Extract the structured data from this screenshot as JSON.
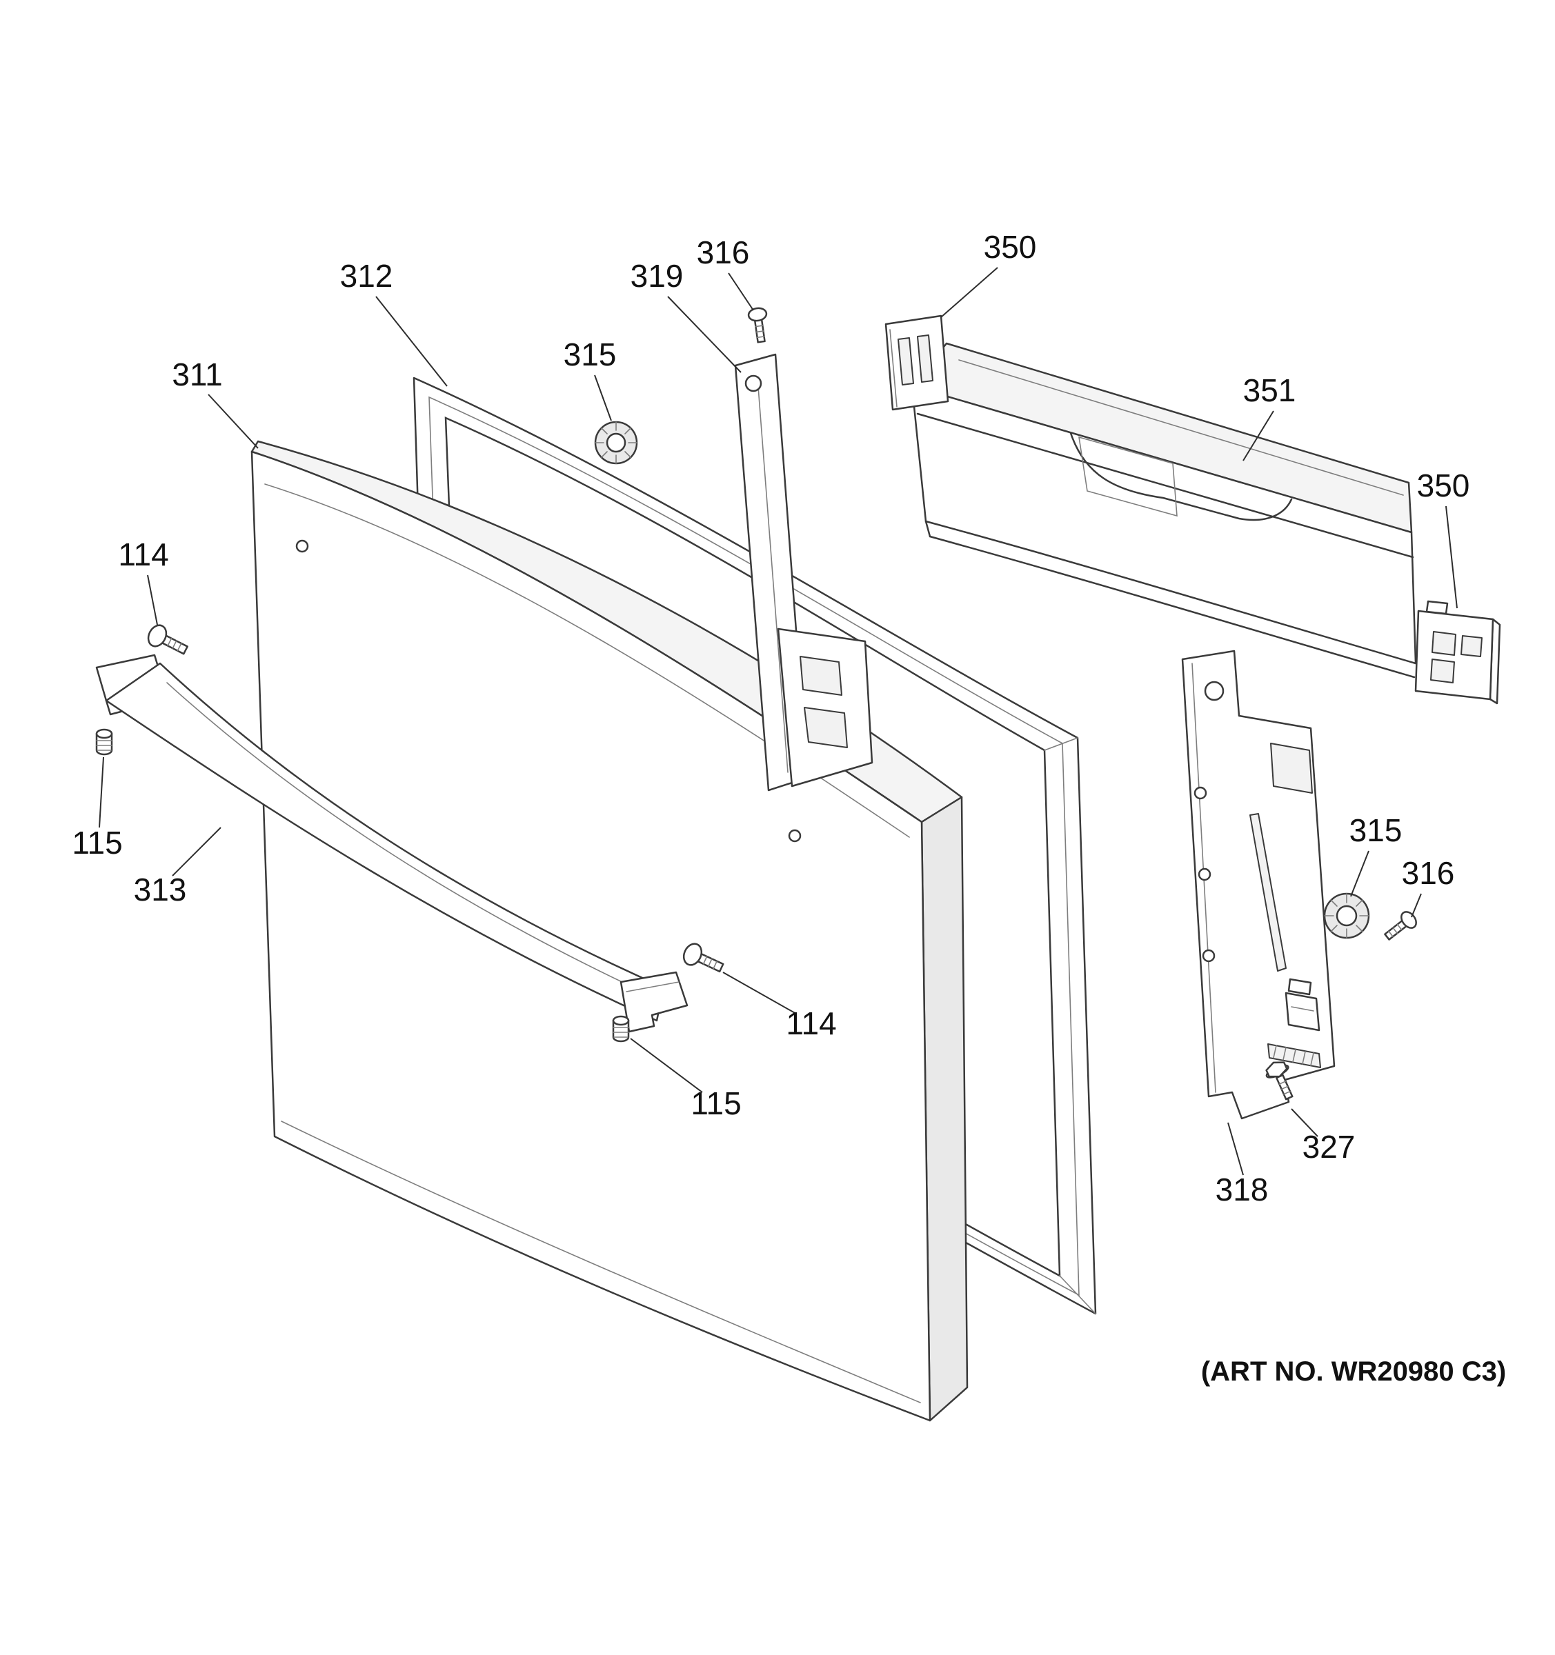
{
  "diagram": {
    "art_no": "(ART NO. WR20980 C3)",
    "labels": {
      "l311": "311",
      "l312": "312",
      "l313": "313",
      "l318": "318",
      "l319": "319",
      "l327": "327",
      "l351": "351",
      "l114_a": "114",
      "l114_b": "114",
      "l115_a": "115",
      "l115_b": "115",
      "l315_a": "315",
      "l315_b": "315",
      "l316_a": "316",
      "l316_b": "316",
      "l350_a": "350",
      "l350_b": "350"
    }
  }
}
